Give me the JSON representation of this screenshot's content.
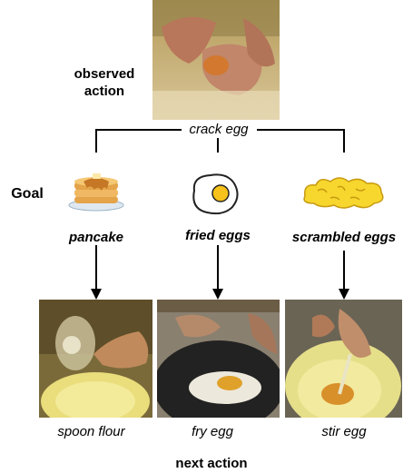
{
  "observed": {
    "label_line1": "observed",
    "label_line2": "action",
    "action": "crack egg",
    "image": "hands-cracking-egg-photo"
  },
  "goal_header": "Goal",
  "goals": [
    {
      "name": "pancake",
      "icon": "pancake-stack-icon",
      "next_action": "spoon flour",
      "image": "spoon-flour-photo"
    },
    {
      "name": "fried eggs",
      "icon": "fried-egg-icon",
      "next_action": "fry egg",
      "image": "fry-egg-photo"
    },
    {
      "name": "scrambled eggs",
      "icon": "scrambled-eggs-icon",
      "next_action": "stir egg",
      "image": "stir-egg-photo"
    }
  ],
  "footer": "next action"
}
